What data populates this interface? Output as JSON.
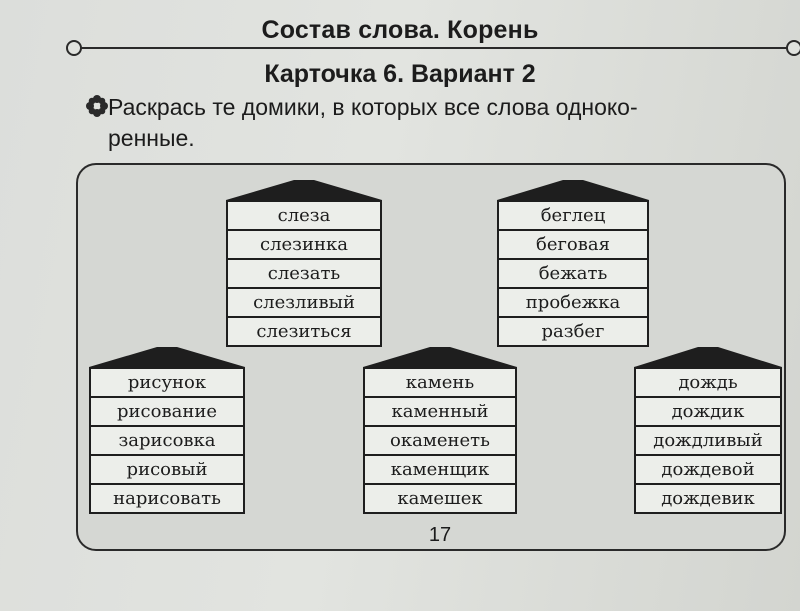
{
  "title": "Состав слова. Корень",
  "subtitle": "Карточка 6.   Вариант 2",
  "task_line1": "Раскрась те домики, в которых все слова одноко-",
  "task_line2": "ренные.",
  "houses": [
    {
      "words": [
        "слеза",
        "слезинка",
        "слезать",
        "слезливый",
        "слезиться"
      ]
    },
    {
      "words": [
        "беглец",
        "беговая",
        "бежать",
        "пробежка",
        "разбег"
      ]
    },
    {
      "words": [
        "рисунок",
        "рисование",
        "зарисовка",
        "рисовый",
        "нарисовать"
      ]
    },
    {
      "words": [
        "камень",
        "каменный",
        "окаменеть",
        "каменщик",
        "камешек"
      ]
    },
    {
      "words": [
        "дождь",
        "дождик",
        "дождливый",
        "дождевой",
        "дождевик"
      ]
    }
  ],
  "page_number": "17",
  "colors": {
    "ink": "#1e1e1e",
    "paper": "#e2e4e0",
    "cell": "#eceeea"
  },
  "icon": "flower-bullet-icon"
}
